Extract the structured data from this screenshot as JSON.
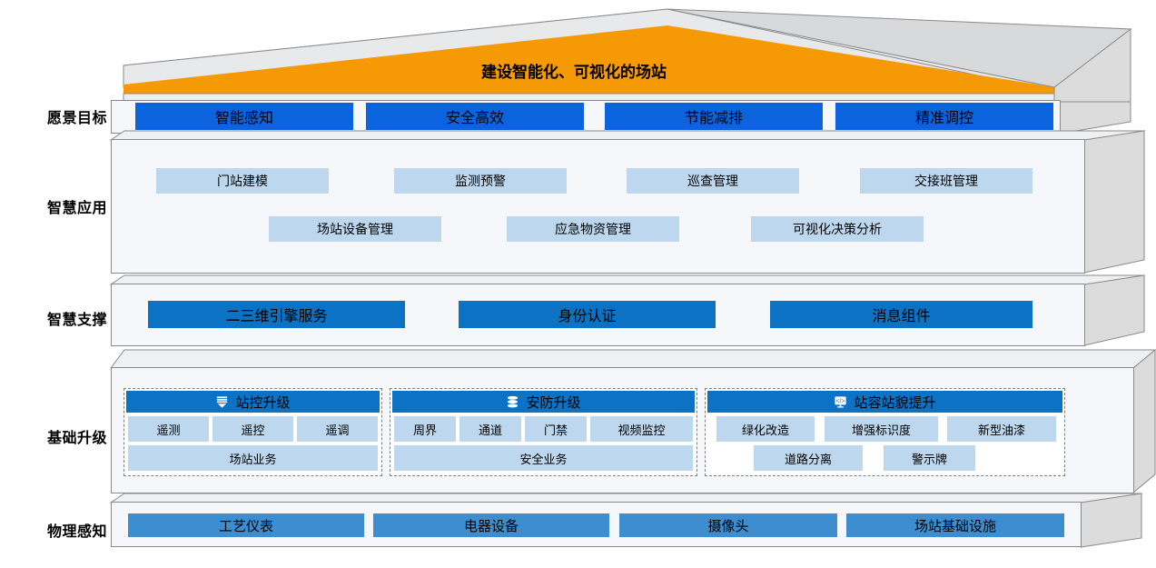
{
  "diagram": {
    "title_banner": "建设智能化、可视化的场站",
    "colors": {
      "roof_accent": "#f59a04",
      "vision_chip": "#0b64de",
      "support_chip": "#0b72c4",
      "physical_chip": "#3d8ed0",
      "app_chip": "#bdd7ee",
      "slab_face": "#f5f7fa",
      "slab_side": "#dcdcdc",
      "slab_border": "#8a8a8a"
    },
    "layers": [
      {
        "key": "vision",
        "label": "愿景目标",
        "items": [
          "智能感知",
          "安全高效",
          "节能减排",
          "精准调控"
        ]
      },
      {
        "key": "application",
        "label": "智慧应用",
        "row1": [
          "门站建模",
          "监测预警",
          "巡查管理",
          "交接班管理"
        ],
        "row2": [
          "场站设备管理",
          "应急物资管理",
          "可视化决策分析"
        ]
      },
      {
        "key": "support",
        "label": "智慧支撑",
        "items": [
          "二三维引擎服务",
          "身份认证",
          "消息组件"
        ]
      },
      {
        "key": "base",
        "label": "基础升级",
        "cards": [
          {
            "title": "站控升级",
            "icon": "database-stack-icon",
            "row1": [
              "遥测",
              "遥控",
              "遥调"
            ],
            "row2": [
              "场站业务"
            ]
          },
          {
            "title": "安防升级",
            "icon": "layers-stack-icon",
            "row1": [
              "周界",
              "通道",
              "门禁",
              "视频监控"
            ],
            "row2": [
              "安全业务"
            ]
          },
          {
            "title": "站容站貌提升",
            "icon": "code-monitor-icon",
            "row1": [
              "绿化改造",
              "增强标识度",
              "新型油漆"
            ],
            "row2": [
              "道路分离",
              "警示牌"
            ]
          }
        ]
      },
      {
        "key": "physical",
        "label": "物理感知",
        "items": [
          "工艺仪表",
          "电器设备",
          "摄像头",
          "场站基础设施"
        ]
      }
    ]
  }
}
